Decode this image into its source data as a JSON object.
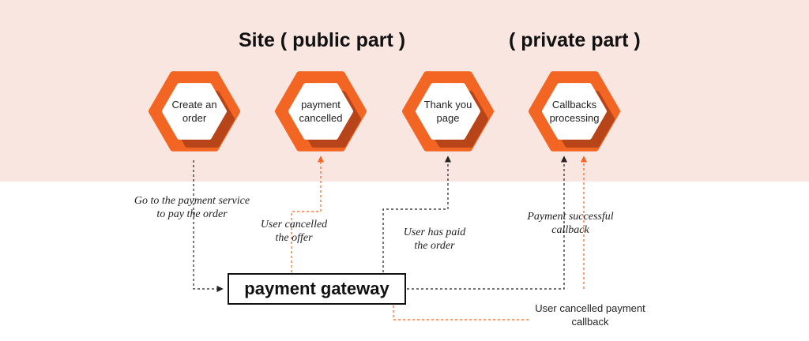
{
  "titles": {
    "public": "Site ( public part )",
    "private": "( private part )"
  },
  "nodes": [
    {
      "id": "create-order",
      "lines": [
        "Create an",
        "order"
      ]
    },
    {
      "id": "payment-cancelled",
      "lines": [
        "payment",
        "cancelled"
      ]
    },
    {
      "id": "thank-you-page",
      "lines": [
        "Thank you",
        "page"
      ]
    },
    {
      "id": "callbacks-processing",
      "lines": [
        "Callbacks",
        "processing"
      ]
    }
  ],
  "gateway": {
    "label": "payment gateway"
  },
  "annotations": {
    "go_to_payment": [
      "Go to the payment service",
      "to pay the order"
    ],
    "user_cancelled_offer": [
      "User cancelled",
      "the offer"
    ],
    "user_has_paid": [
      "User has paid",
      "the order"
    ],
    "payment_successful": [
      "Payment successful",
      "callback"
    ],
    "user_cancelled_payment_callback": [
      "User cancelled payment",
      "callback"
    ]
  },
  "colors": {
    "band": "#f9e6e0",
    "hex_orange": "#f26522",
    "hex_shadow": "#b8441a",
    "line_black": "#222222",
    "line_orange": "#f26522"
  }
}
